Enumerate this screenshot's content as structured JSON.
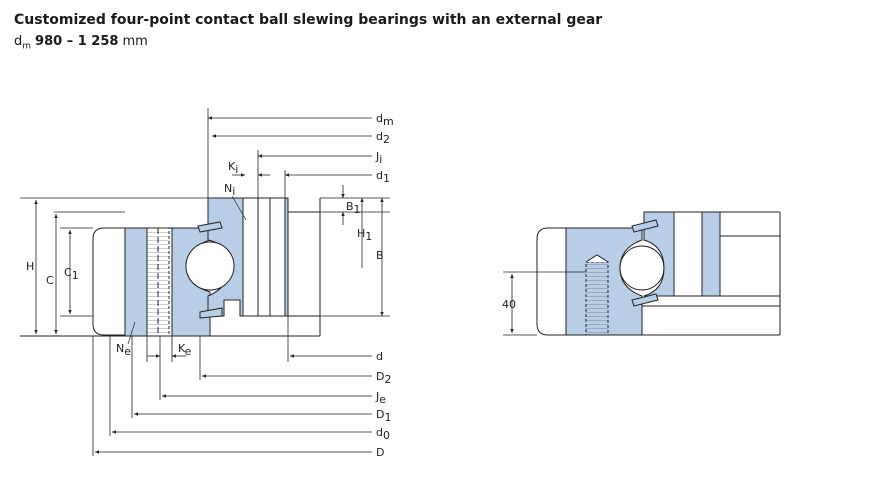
{
  "header": {
    "title": "Customized four-point contact ball slewing bearings with an external gear",
    "subtitle_symbol": "d",
    "subtitle_symbol_sub": "m",
    "subtitle_range": "980 – 1 258",
    "subtitle_unit": "mm"
  },
  "dimensions_right": [
    {
      "base": "d",
      "sub": "m"
    },
    {
      "base": "d",
      "sub": "2"
    },
    {
      "base": "J",
      "sub": "i"
    },
    {
      "base": "d",
      "sub": "1"
    },
    {
      "base": "B",
      "sub": "1"
    },
    {
      "base": "H",
      "sub": "1"
    },
    {
      "base": "B",
      "sub": ""
    }
  ],
  "dimensions_bottom": [
    {
      "base": "d",
      "sub": ""
    },
    {
      "base": "D",
      "sub": "2"
    },
    {
      "base": "J",
      "sub": "e"
    },
    {
      "base": "D",
      "sub": "1"
    },
    {
      "base": "d",
      "sub": "0"
    },
    {
      "base": "D",
      "sub": ""
    }
  ],
  "dimensions_left": [
    {
      "base": "H",
      "sub": ""
    },
    {
      "base": "C",
      "sub": ""
    },
    {
      "base": "C",
      "sub": "1"
    }
  ],
  "dimensions_inner": [
    {
      "base": "K",
      "sub": "i"
    },
    {
      "base": "N",
      "sub": "i"
    },
    {
      "base": "N",
      "sub": "e"
    },
    {
      "base": "K",
      "sub": "e"
    }
  ],
  "detail_view": {
    "dimension_value": "40"
  },
  "colors": {
    "ring_fill": "#b8cde6",
    "line": "#222222",
    "background": "#ffffff"
  }
}
